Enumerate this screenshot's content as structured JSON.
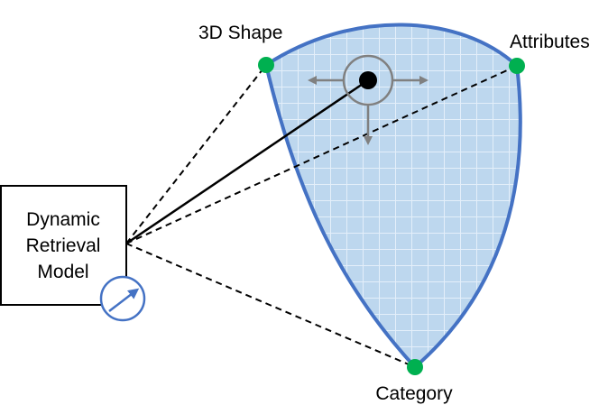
{
  "labels": {
    "shape": "3D Shape",
    "attributes": "Attributes",
    "category": "Category",
    "model_line1": "Dynamic",
    "model_line2": "Retrieval",
    "model_line3": "Model"
  },
  "colors": {
    "surface_fill": "#bdd7ee",
    "surface_grid": "#dbe9f6",
    "surface_border": "#4472c4",
    "anchor_point": "#00b050",
    "query_point": "#000000",
    "arrow_gray": "#808080",
    "dial": "#4472c4",
    "line": "#000000"
  },
  "icons": {
    "query_point": "black-dot-with-ring",
    "dial": "gauge-dial-icon",
    "move_arrows": "direction-arrows-icon"
  }
}
